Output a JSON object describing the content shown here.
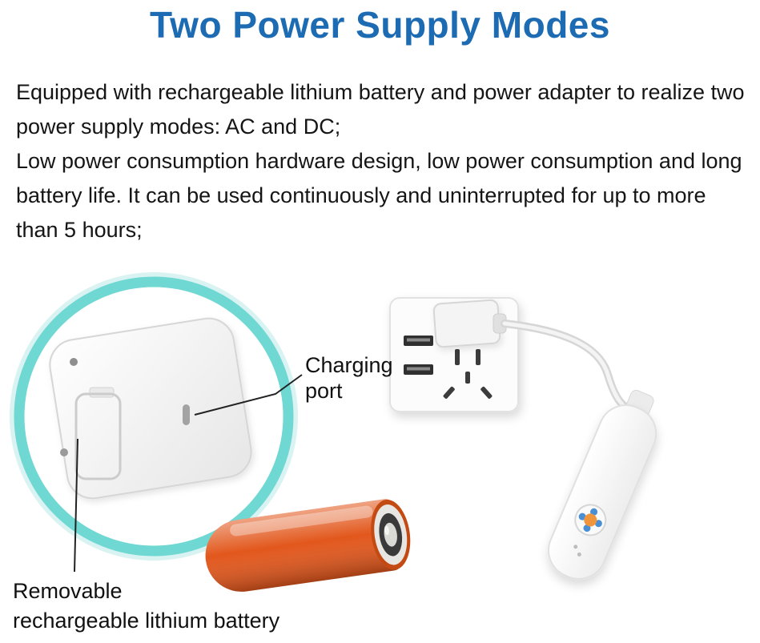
{
  "title": {
    "text": "Two Power Supply Modes",
    "color": "#1c6bb3"
  },
  "description": {
    "para1": "Equipped with rechargeable lithium battery and power adapter to realize two power supply modes: AC and DC;",
    "para2": "Low power consumption hardware design, low power consumption and long battery life. It can be used continuously and uninterrupted for up to more than 5 hours;"
  },
  "annotations": {
    "charging_port": {
      "line1": "Charging",
      "line2": "port"
    },
    "removable_battery": {
      "line1": "Removable",
      "line2": "rechargeable lithium battery"
    }
  },
  "colors": {
    "title_blue": "#1c6bb3",
    "magnifier_ring": "#6fd8d3",
    "battery_orange": "#e2571c",
    "battery_cap_dark": "#3a3a3a",
    "button_orange": "#f0953c",
    "button_blue": "#4a8fd4",
    "text": "#111111"
  }
}
